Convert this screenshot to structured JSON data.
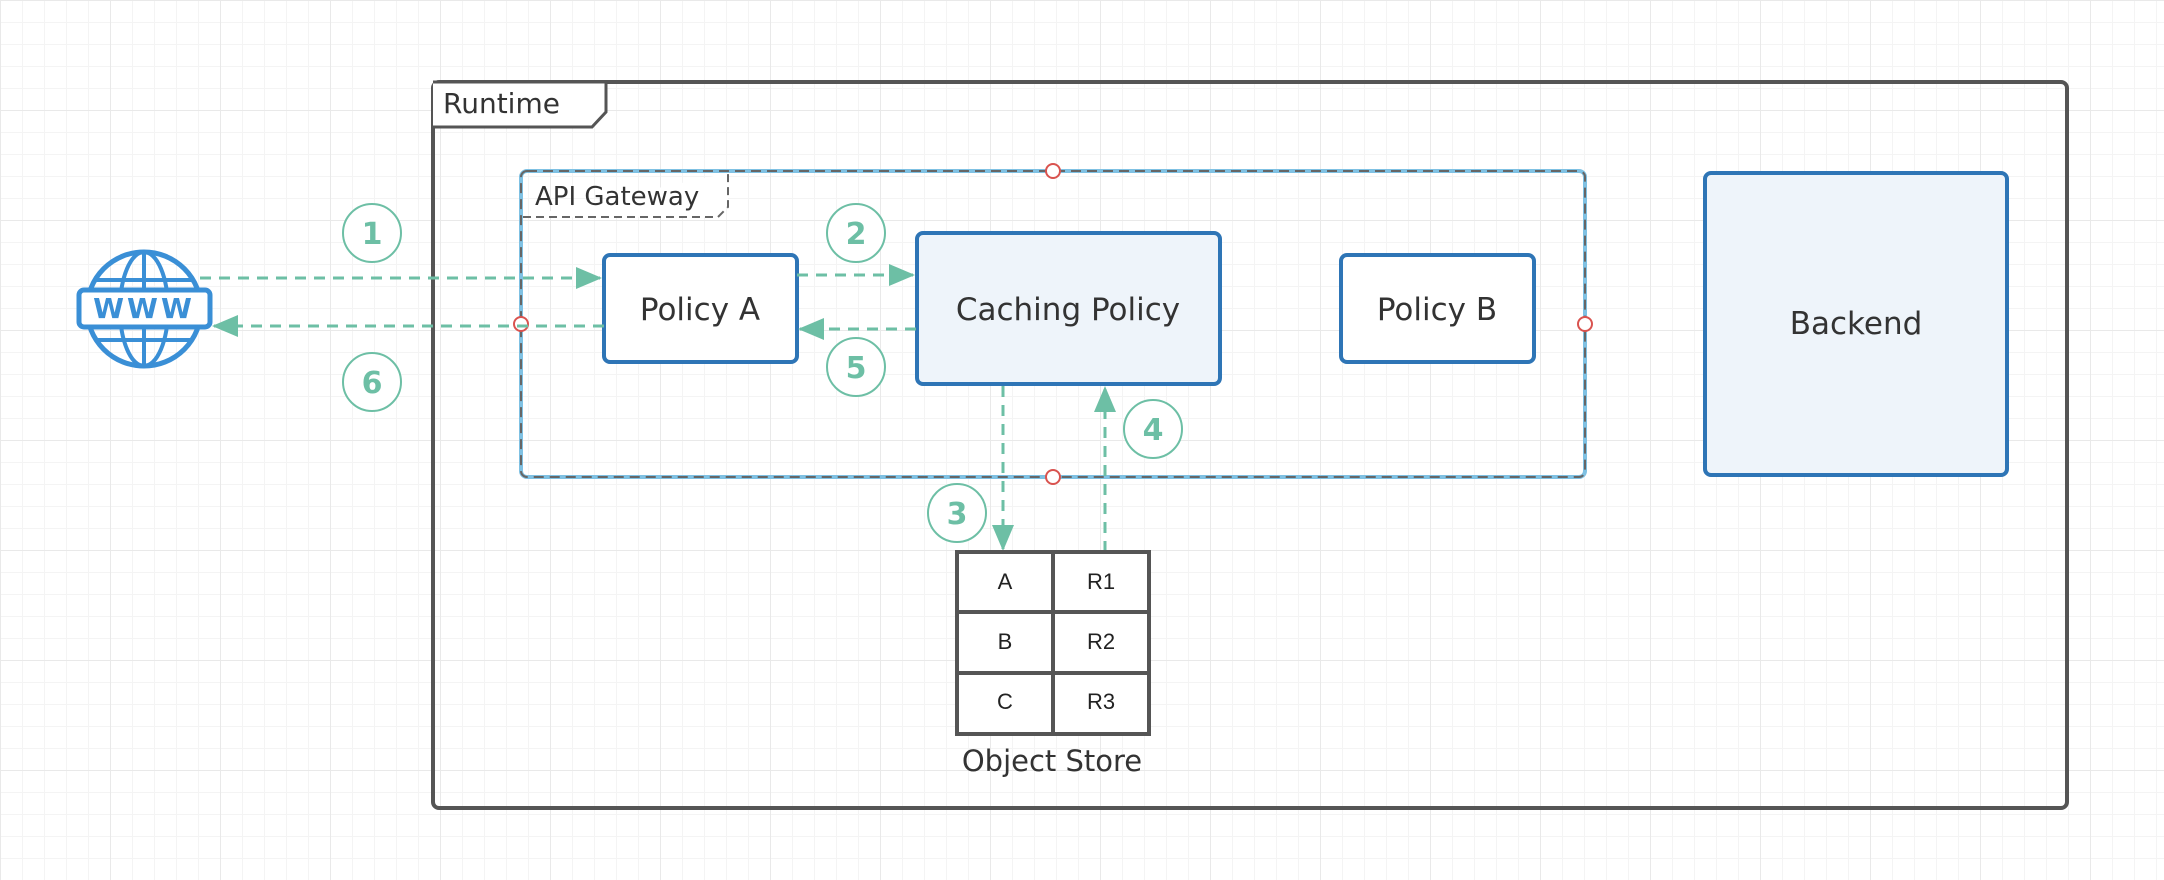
{
  "diagram": {
    "runtime": {
      "label": "Runtime"
    },
    "gateway": {
      "label": "API Gateway"
    },
    "nodes": {
      "policy_a": "Policy A",
      "caching_policy": "Caching Policy",
      "policy_b": "Policy B",
      "backend": "Backend"
    },
    "internet_icon": {
      "icon": "www-globe-icon",
      "text": "WWW"
    },
    "object_store": {
      "label": "Object Store",
      "rows": [
        [
          "A",
          "R1"
        ],
        [
          "B",
          "R2"
        ],
        [
          "C",
          "R3"
        ]
      ]
    },
    "steps": [
      "1",
      "2",
      "3",
      "4",
      "5",
      "6"
    ]
  },
  "colors": {
    "frame": "#555555",
    "node_stroke": "#2e75b6",
    "node_fill": "#eef4fa",
    "gateway_highlight": "#7fc1e3",
    "flow": "#6dbfa5",
    "anchor": "#d9534f",
    "icon": "#3a8fd6"
  }
}
